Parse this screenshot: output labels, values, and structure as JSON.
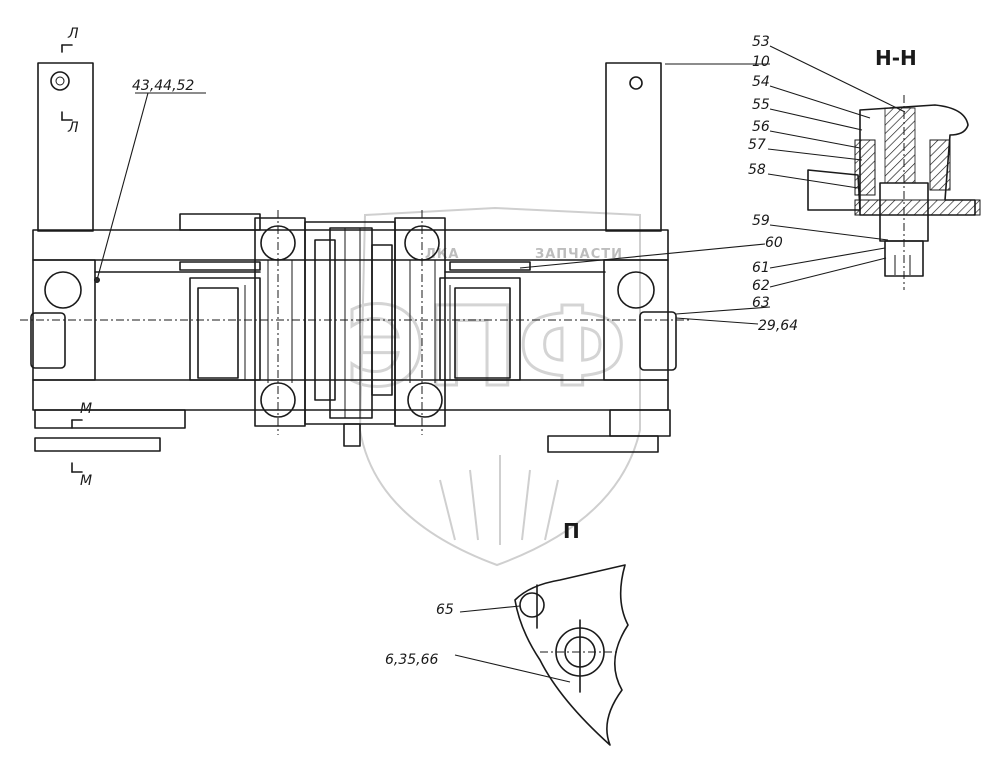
{
  "section_marks": {
    "L_top": "Л",
    "L_bottom": "Л",
    "M_top": "М",
    "M_bottom": "М"
  },
  "view_titles": {
    "section_NN": "Н-Н",
    "view_P": "П"
  },
  "callouts": {
    "c_43_44_52": "43,44,52",
    "c_53": "53",
    "c_10": "10",
    "c_54": "54",
    "c_55": "55",
    "c_56": "56",
    "c_57": "57",
    "c_58": "58",
    "c_59": "59",
    "c_60": "60",
    "c_61": "61",
    "c_62": "62",
    "c_63": "63",
    "c_29_64": "29,64",
    "c_65": "65",
    "c_6_35_66": "6,35,66"
  },
  "watermark": {
    "letters": "ЭПФ",
    "left_word": "ЛКА",
    "right_word": "ЗАПЧАСТИ"
  }
}
